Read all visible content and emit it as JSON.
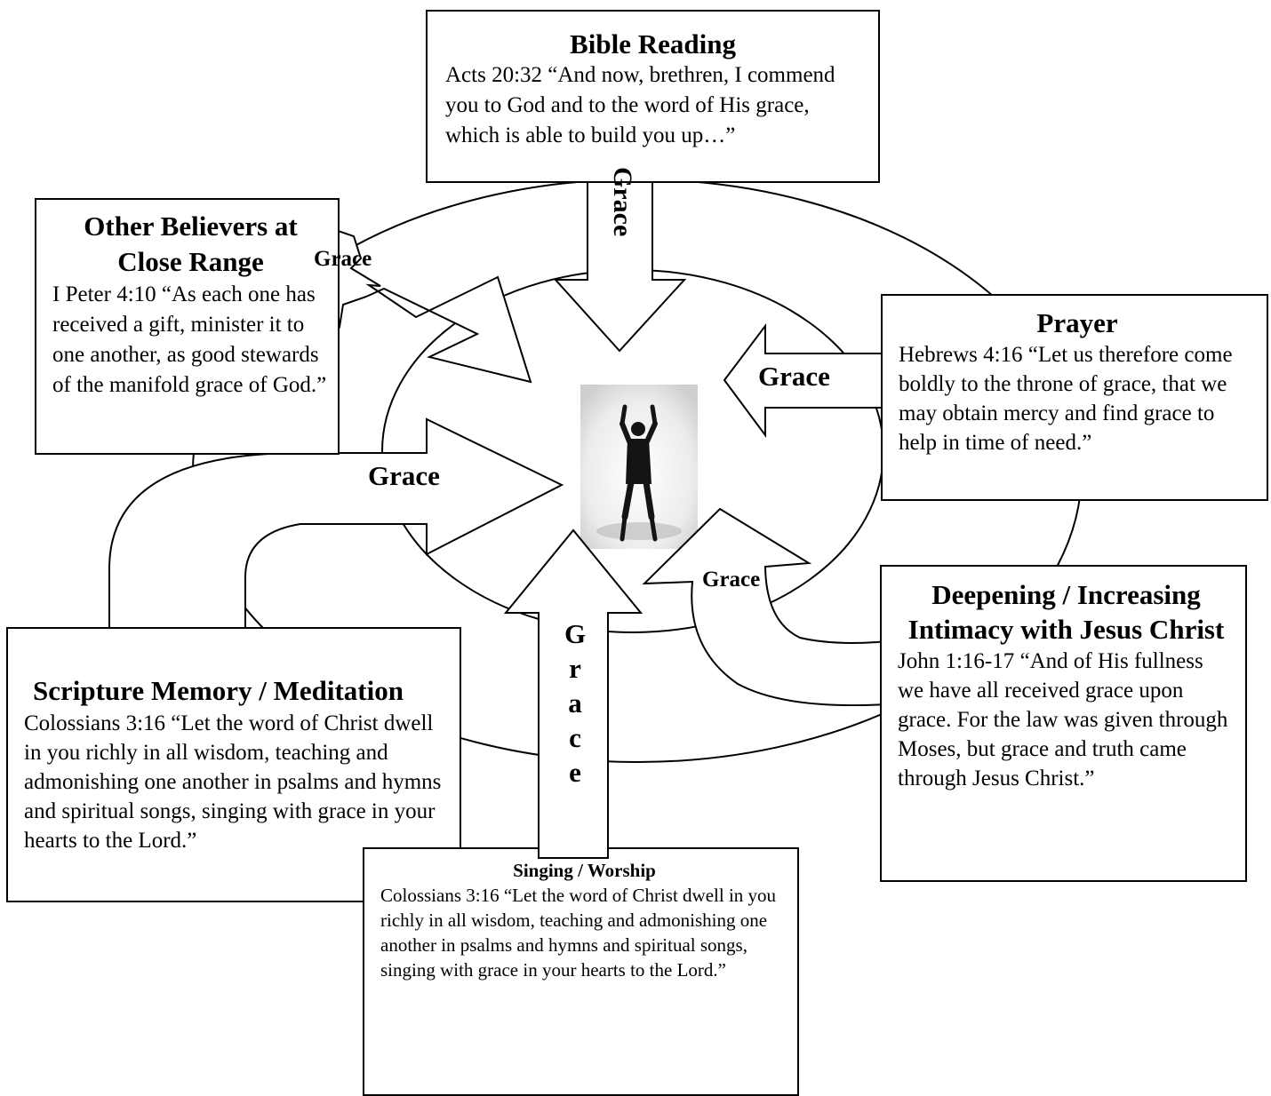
{
  "boxes": {
    "bible_reading": {
      "title": "Bible Reading",
      "verse": "Acts 20:32 “And now, brethren, I commend you to God and to the word of His grace, which is able to build you up…”"
    },
    "other_believers": {
      "title": "Other Believers at Close Range",
      "verse": "I Peter 4:10 “As each one has received a gift, minister it to one another, as good stewards of the manifold grace of God.”"
    },
    "prayer": {
      "title": "Prayer",
      "verse": "Hebrews 4:16 “Let us therefore come boldly to the throne of grace, that we may obtain mercy and find grace to help in time of need.”"
    },
    "scripture_memory": {
      "title": "Scripture Memory / Meditation",
      "verse": "Colossians 3:16 “Let the word of Christ dwell in you richly in all wisdom, teaching and admonishing one another in psalms and hymns and spiritual songs, singing with grace in your hearts to the Lord.”"
    },
    "intimacy": {
      "title": "Deepening / Increasing Intimacy with Jesus Christ",
      "verse": "John 1:16-17 “And of His fullness we have all received grace upon grace.  For the law was given through Moses, but grace and truth came through Jesus Christ.”"
    },
    "singing": {
      "title": "Singing / Worship",
      "verse": "Colossians 3:16 “Let the word of Christ dwell in you richly in all wisdom, teaching and admonishing one another in psalms and hymns and spiritual songs, singing with grace in your hearts to the Lord.”"
    }
  },
  "arrow_label": "Grace",
  "arrow_label_vertical": [
    "G",
    "r",
    "a",
    "c",
    "e"
  ]
}
